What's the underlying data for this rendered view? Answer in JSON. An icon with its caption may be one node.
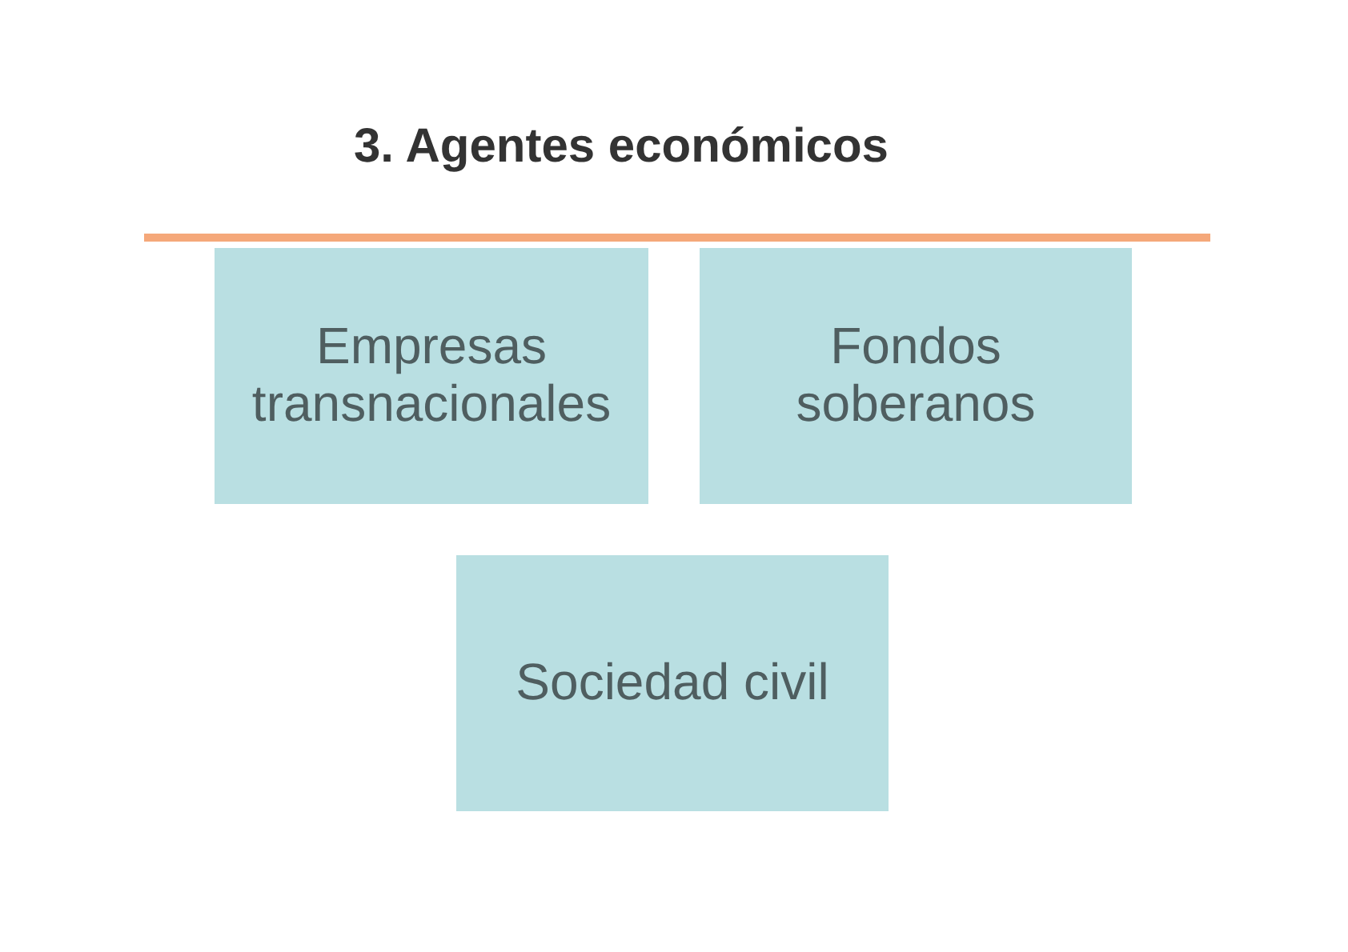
{
  "diagram": {
    "title": "3. Agentes económicos",
    "nodes": [
      {
        "text": [
          "Empresas transnacionales"
        ]
      },
      {
        "text": [
          "Fondos soberanos"
        ]
      },
      {
        "text": [
          "Sociedad civil"
        ]
      }
    ]
  }
}
